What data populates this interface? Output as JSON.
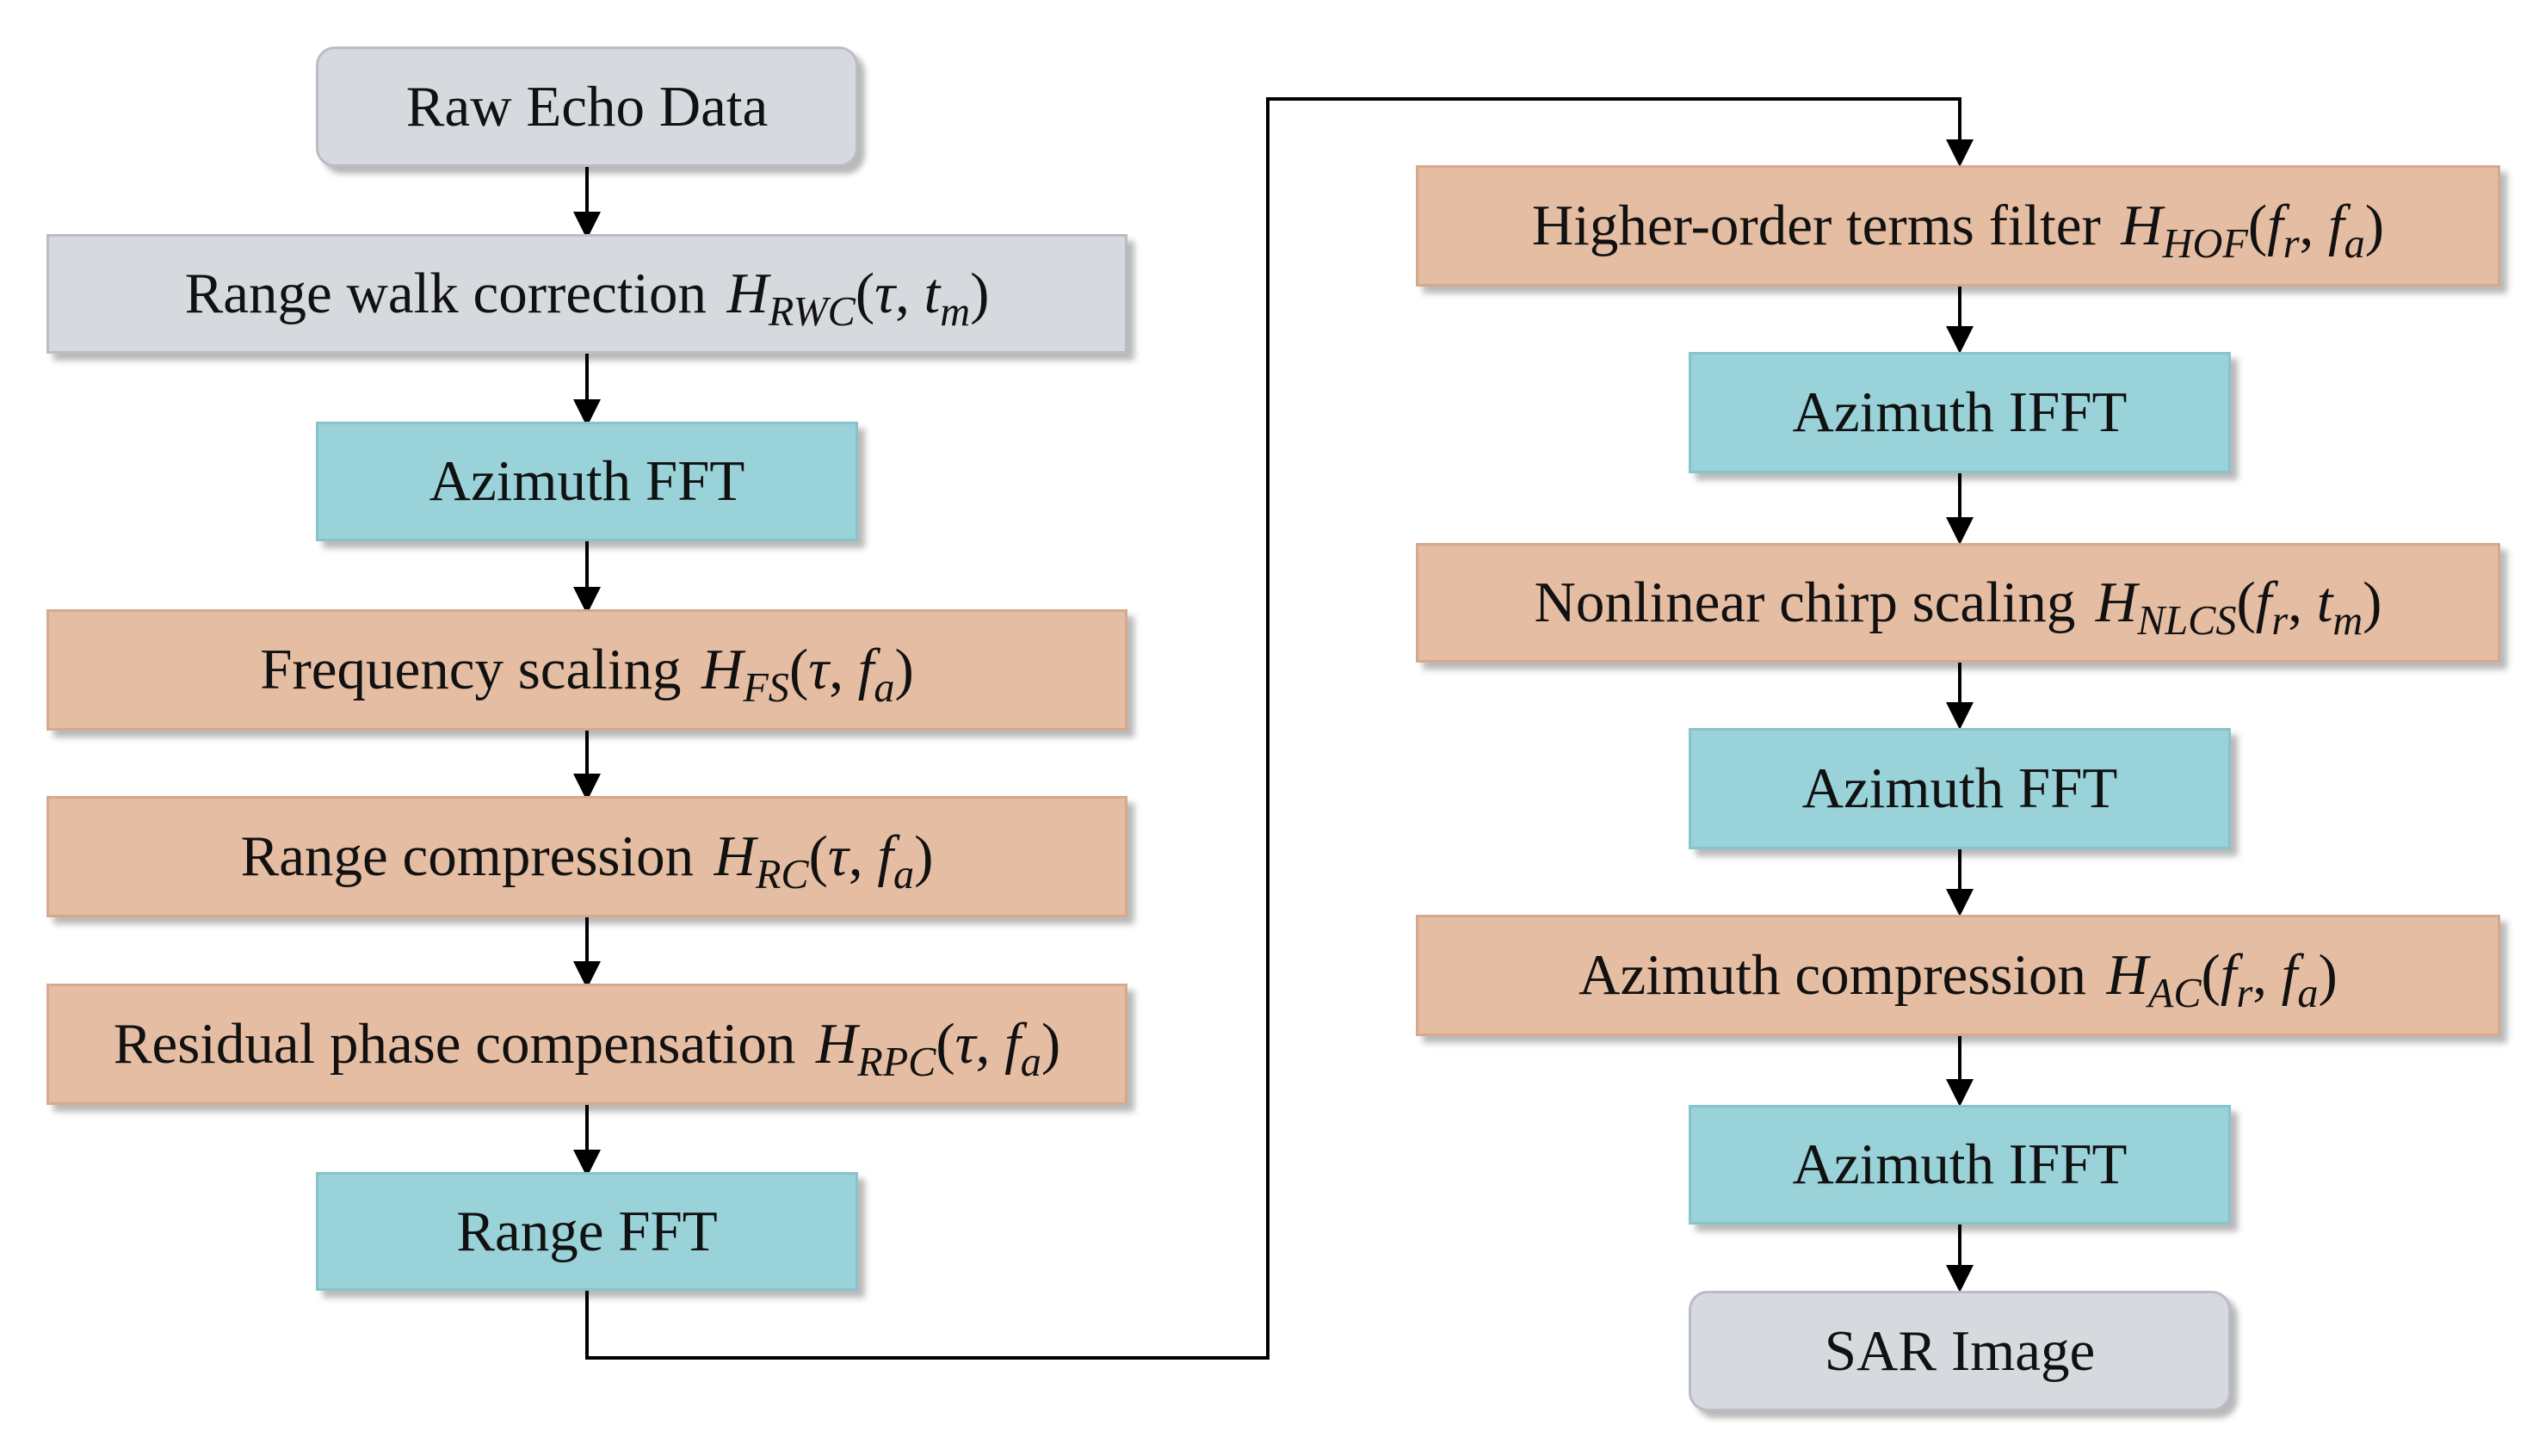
{
  "left_column": [
    {
      "id": "raw-echo-data",
      "text": "Raw Echo Data",
      "style": "gray"
    },
    {
      "id": "range-walk-correction",
      "text": "Range walk correction",
      "style": "gray",
      "formula": {
        "symbol": "H",
        "subscript": "RWC",
        "args": [
          "τ",
          "t",
          "m"
        ]
      }
    },
    {
      "id": "azimuth-fft-1",
      "text": "Azimuth FFT",
      "style": "teal"
    },
    {
      "id": "frequency-scaling",
      "text": "Frequency scaling",
      "style": "orange",
      "formula": {
        "symbol": "H",
        "subscript": "FS",
        "args": [
          "τ",
          "f",
          "a"
        ]
      }
    },
    {
      "id": "range-compression",
      "text": "Range compression",
      "style": "orange",
      "formula": {
        "symbol": "H",
        "subscript": "RC",
        "args": [
          "τ",
          "f",
          "a"
        ]
      }
    },
    {
      "id": "residual-phase-compensation",
      "text": "Residual phase compensation",
      "style": "orange",
      "formula": {
        "symbol": "H",
        "subscript": "RPC",
        "args": [
          "τ",
          "f",
          "a"
        ]
      }
    },
    {
      "id": "range-fft",
      "text": "Range FFT",
      "style": "teal"
    }
  ],
  "right_column": [
    {
      "id": "higher-order-terms-filter",
      "text": "Higher-order terms filter",
      "style": "orange",
      "formula": {
        "symbol": "H",
        "subscript": "HOF",
        "args": [
          "f",
          "r",
          "f",
          "a"
        ]
      }
    },
    {
      "id": "azimuth-ifft-1",
      "text": "Azimuth IFFT",
      "style": "teal"
    },
    {
      "id": "nonlinear-chirp-scaling",
      "text": "Nonlinear chirp scaling",
      "style": "orange",
      "formula": {
        "symbol": "H",
        "subscript": "NLCS",
        "args": [
          "f",
          "r",
          "t",
          "m"
        ]
      }
    },
    {
      "id": "azimuth-fft-2",
      "text": "Azimuth FFT",
      "style": "teal"
    },
    {
      "id": "azimuth-compression",
      "text": "Azimuth compression",
      "style": "orange",
      "formula": {
        "symbol": "H",
        "subscript": "AC",
        "args": [
          "f",
          "r",
          "f",
          "a"
        ]
      }
    },
    {
      "id": "azimuth-ifft-2",
      "text": "Azimuth IFFT",
      "style": "teal"
    },
    {
      "id": "sar-image",
      "text": "SAR Image",
      "style": "gray"
    }
  ],
  "colors": {
    "gray": "#d6d9de",
    "teal": "#99d2d8",
    "orange": "#e5bda3",
    "line": "#000000"
  }
}
